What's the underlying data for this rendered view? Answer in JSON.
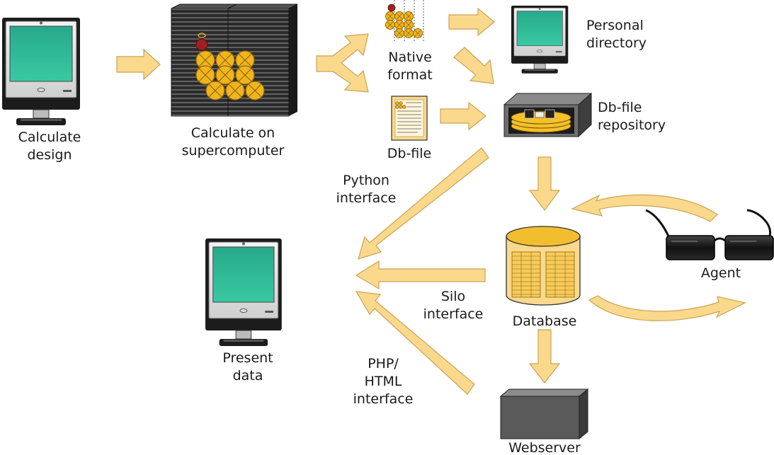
{
  "labels": {
    "calculate_design": "Calculate\ndesign",
    "calculate_supercomputer": "Calculate on\nsupercomputer",
    "native_format": "Native\nformat",
    "personal_directory": "Personal\ndirectory",
    "db_file": "Db-file",
    "db_file_repository": "Db-file\nrepository",
    "python_interface": "Python\ninterface",
    "silo_interface": "Silo\ninterface",
    "php_html_interface": "PHP/\nHTML\ninterface",
    "present_data": "Present\ndata",
    "database": "Database",
    "agent": "Agent",
    "webserver": "Webserver"
  },
  "colors": {
    "arrow_fill": "#FBD98C",
    "arrow_stroke": "#C9A255",
    "screen": "#2DB594",
    "disk_yellow": "#F5C028",
    "db_cylinder": "#FBD98C",
    "db_top": "#F2BE2E",
    "server_gray": "#5A5A5A",
    "dark_red": "#A31E22"
  }
}
